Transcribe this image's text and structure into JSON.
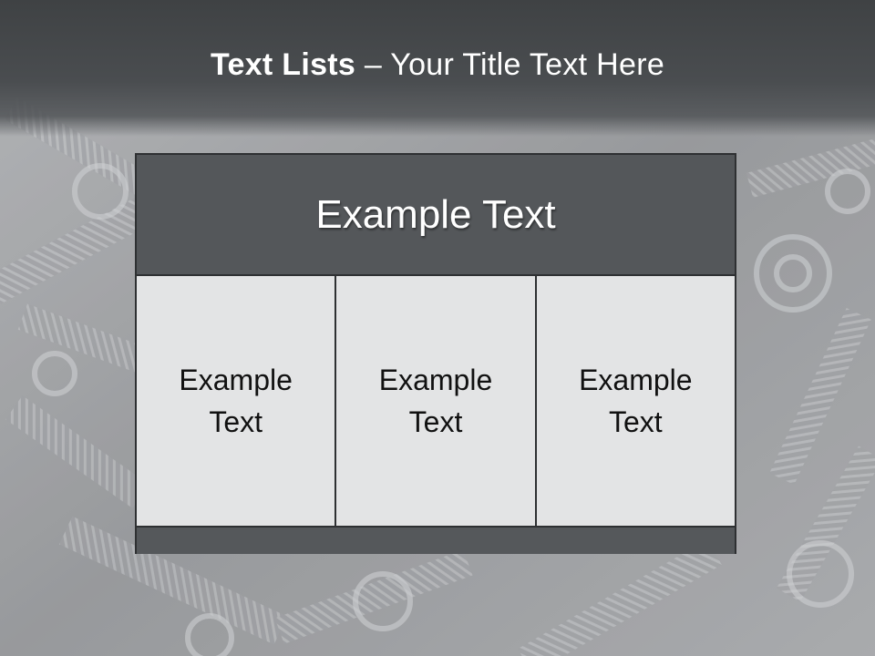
{
  "slide": {
    "title_bold": "Text Lists",
    "title_rest": " – Your Title Text Here"
  },
  "panel": {
    "header": "Example Text",
    "columns": [
      "Example Text",
      "Example Text",
      "Example Text"
    ]
  },
  "colors": {
    "header_fill": "#54575a",
    "cell_fill": "#e3e4e5",
    "border": "#2e3032",
    "title_bar": "#4a4d50"
  },
  "background": {
    "image": "metal-screws-and-nuts-photo"
  }
}
